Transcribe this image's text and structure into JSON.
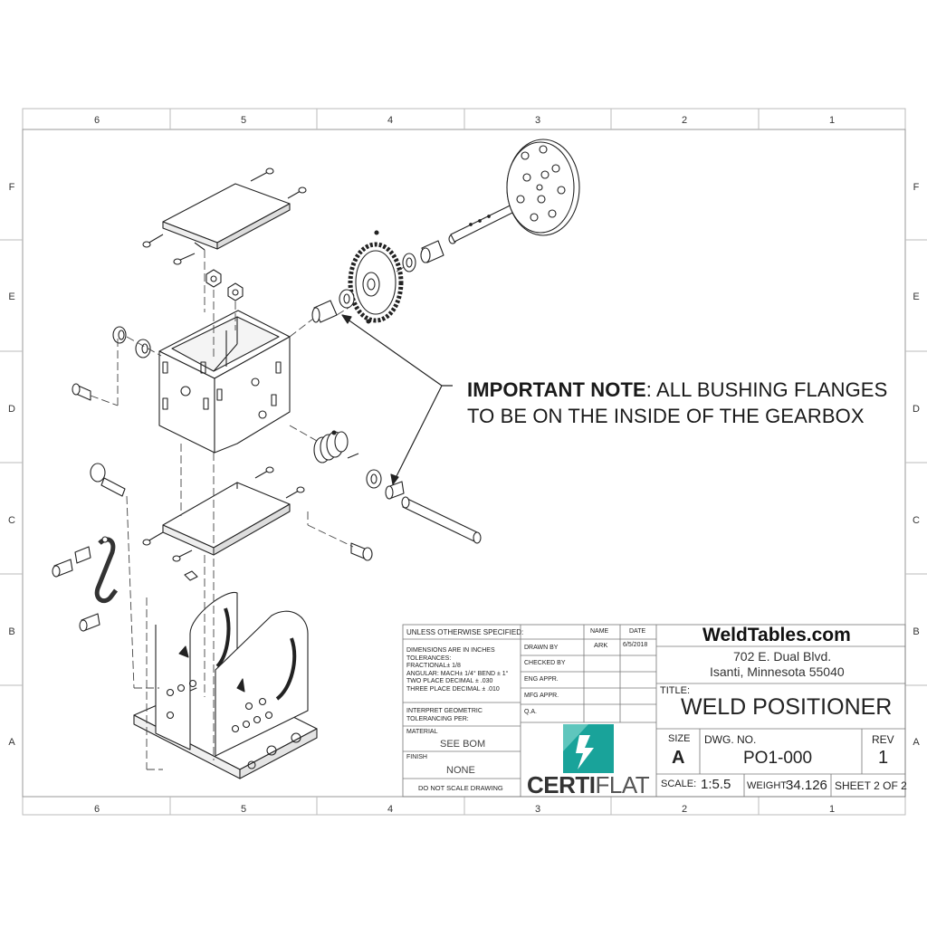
{
  "zones": {
    "columns": [
      "6",
      "5",
      "4",
      "3",
      "2",
      "1"
    ],
    "rows": [
      "F",
      "E",
      "D",
      "C",
      "B",
      "A"
    ]
  },
  "note": {
    "label": "IMPORTANT NOTE",
    "text_line1": ": ALL BUSHING FLANGES",
    "text_line2": "TO BE ON THE INSIDE OF THE GEARBOX"
  },
  "title_block": {
    "unless_specified": "UNLESS OTHERWISE SPECIFIED:",
    "dims_in_inches": "DIMENSIONS ARE IN INCHES",
    "tolerances": "TOLERANCES:",
    "fractional": "FRACTIONAL± 1/8",
    "angular": "ANGULAR: MACH± 1/4° BEND ± 1°",
    "two_place": "TWO PLACE DECIMAL    ± .030",
    "three_place": "THREE PLACE DECIMAL  ± .010",
    "interpret": "INTERPRET GEOMETRIC",
    "tolerancing": "TOLERANCING PER:",
    "material_label": "MATERIAL",
    "material_value": "SEE BOM",
    "finish_label": "FINISH",
    "finish_value": "NONE",
    "do_not_scale": "DO NOT SCALE DRAWING",
    "name_header": "NAME",
    "date_header": "DATE",
    "drawn_by": "DRAWN BY",
    "drawn_name": "ARK",
    "drawn_date": "6/5/2018",
    "checked_by": "CHECKED BY",
    "eng_appr": "ENG APPR.",
    "mfg_appr": "MFG APPR.",
    "qa": "Q.A.",
    "company": "WeldTables.com",
    "address1": "702 E. Dual Blvd.",
    "address2": "Isanti, Minnesota 55040",
    "title_label": "TITLE:",
    "title": "WELD POSITIONER",
    "size_label": "SIZE",
    "size": "A",
    "dwg_no_label": "DWG.  NO.",
    "dwg_no": "PO1-000",
    "rev_label": "REV",
    "rev": "1",
    "scale_label": "SCALE:",
    "scale": "1:5.5",
    "weight_label": "WEIGHT:",
    "weight": "34.126",
    "sheet": "SHEET 2 OF 2",
    "logo_text_bold": "CERTI",
    "logo_text_light": "FLAT"
  },
  "colors": {
    "border": "#999999",
    "line": "#222222",
    "logo_teal": "#19a39a"
  }
}
